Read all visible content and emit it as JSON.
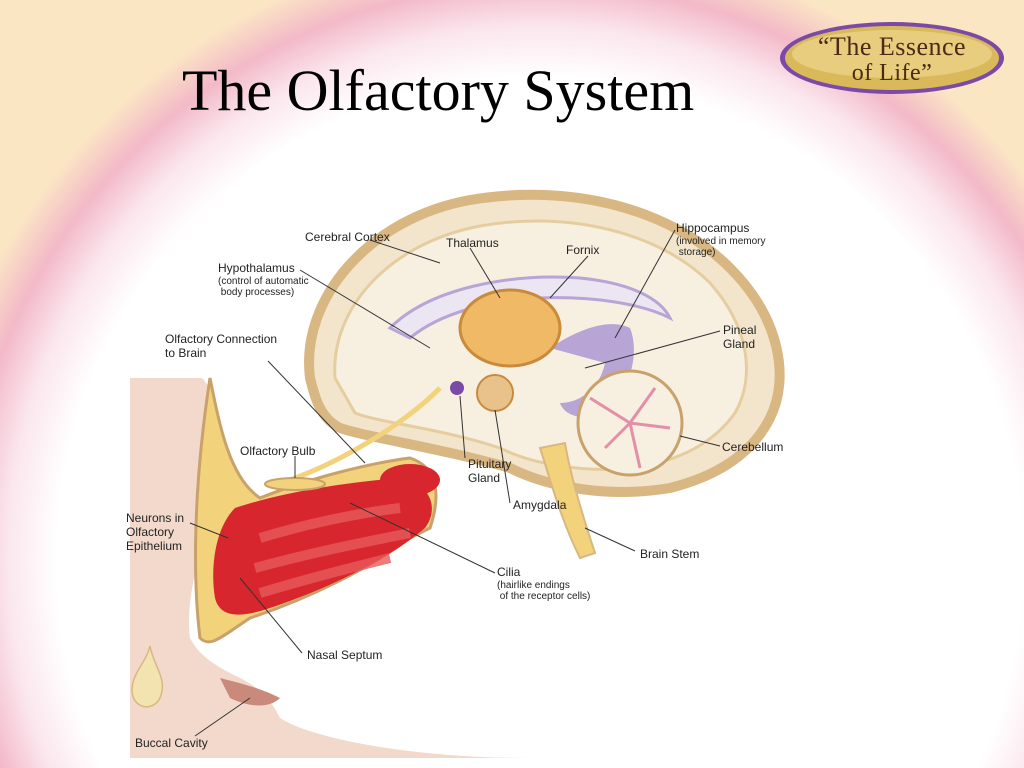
{
  "title": "The Olfactory System",
  "logo": {
    "line1": "“The Essence",
    "line2": "of Life”",
    "colors": {
      "gold": "#d9b95a",
      "purple": "#7b4aa6",
      "text": "#4a2a12"
    }
  },
  "colors": {
    "arc_pink": "#f3b9c8",
    "arc_cream": "#fbe6c4",
    "brain": "#f3e5cc",
    "brain_edge": "#d9b782",
    "nasal_red": "#d8262e",
    "bone": "#f2d27a",
    "thalamus": "#f0b965",
    "fornix_purple": "#b8a5d6"
  },
  "labels": {
    "cerebral_cortex": "Cerebral Cortex",
    "thalamus": "Thalamus",
    "fornix": "Fornix",
    "hippocampus": "Hippocampus",
    "hippocampus_note": "(involved in memory\n storage)",
    "hypothalamus": "Hypothalamus",
    "hypothalamus_note": "(control of automatic\n body processes)",
    "olfactory_connection": "Olfactory Connection\nto Brain",
    "pineal_gland": "Pineal\nGland",
    "cerebellum": "Cerebellum",
    "olfactory_bulb": "Olfactory Bulb",
    "pituitary_gland": "Pituitary\nGland",
    "amygdala": "Amygdala",
    "neurons": "Neurons in\nOlfactory\nEpithelium",
    "brain_stem": "Brain Stem",
    "cilia": "Cilia",
    "cilia_note": "(hairlike endings\n of the receptor cells)",
    "nasal_septum": "Nasal Septum",
    "buccal_cavity": "Buccal Cavity"
  }
}
